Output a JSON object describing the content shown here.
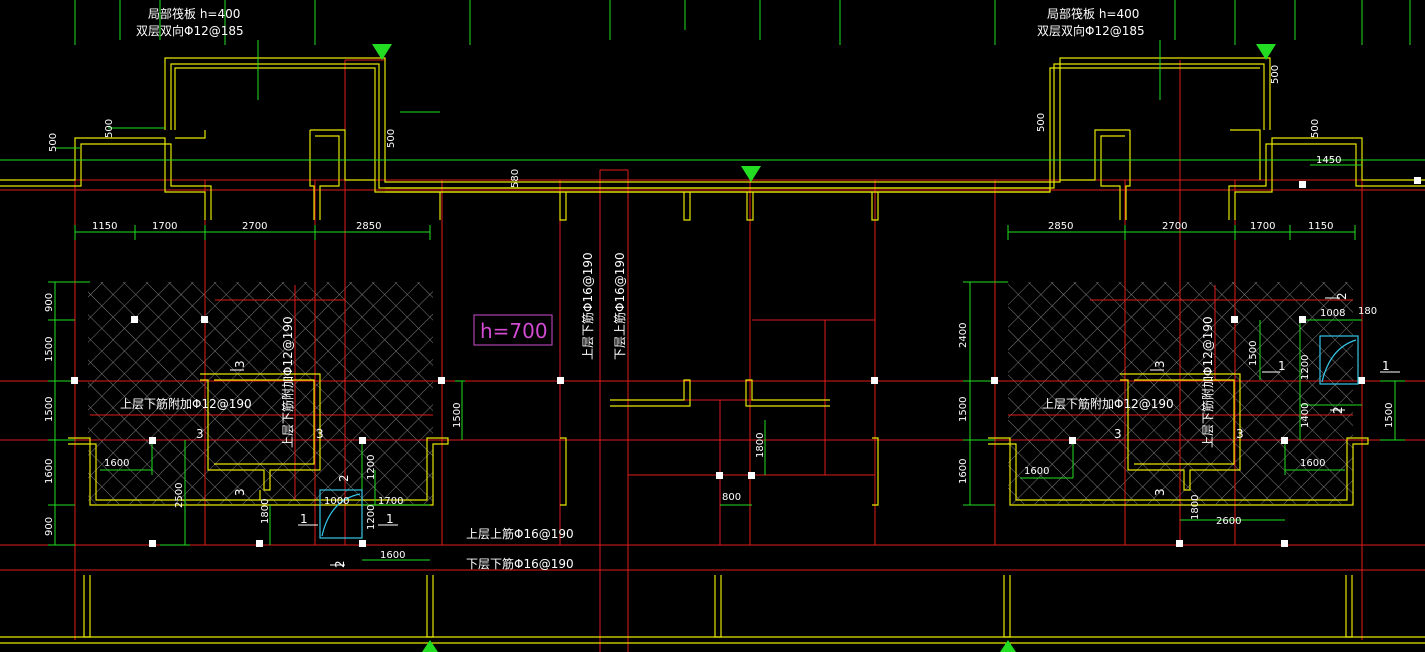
{
  "colors": {
    "background": "#000000",
    "grid_red": "#e11a1a",
    "wall_yellow": "#e6e600",
    "dim_green": "#22dd22",
    "text_white": "#ffffff",
    "hatch": "#8a8a8a",
    "label_magenta": "#d24bd2",
    "symbol_cyan": "#33c6e6"
  },
  "annotations": {
    "slab_left_l1": "局部筏板 h=400",
    "slab_left_l2": "双层双向Φ12@185",
    "slab_right_l1": "局部筏板 h=400",
    "slab_right_l2": "双层双向Φ12@185",
    "slab_thickness": "h=700",
    "left_bottom_add": "上层下筋附加Φ12@190",
    "left_bottom_add_vertical": "上层下筋附加Φ12@190",
    "right_bottom_add": "上层下筋附加Φ12@190",
    "right_bottom_add_vertical": "上层下筋附加Φ12@190",
    "center_vertical_1": "上层下筋Φ16@190",
    "center_vertical_2": "下层上筋Φ16@190",
    "upper_top_bars": "上层上筋Φ16@190",
    "lower_bottom_bars": "下层下筋Φ16@190"
  },
  "dimensions": {
    "top_left_500_a": "500",
    "top_left_500_b": "500",
    "top_left_500_c": "500",
    "top_center_580": "580",
    "top_right_500_a": "500",
    "top_right_500_b": "500",
    "top_right_500_c": "500",
    "top_right_1450": "1450",
    "left_row": [
      "1150",
      "1700",
      "2700",
      "2850"
    ],
    "right_row": [
      "2850",
      "2700",
      "1700",
      "1150"
    ],
    "left_vertical": [
      "900",
      "1500",
      "1500",
      "1600",
      "900"
    ],
    "left_1600": "1600",
    "left_2500": "2500",
    "left_1800": "1800",
    "left_1000": "1000",
    "left_1200_a": "1200",
    "left_1200_b": "1200",
    "left_1700": "1700",
    "left_1500_mid": "1500",
    "left_bottom_1600": "1600",
    "center_1800": "1800",
    "center_800": "800",
    "right_vertical": [
      "2400",
      "1500",
      "1600"
    ],
    "right_1008": "1008",
    "right_180": "180",
    "right_1500_a": "1500",
    "right_1200": "1200",
    "right_1400": "1400",
    "right_1500_edge": "1500",
    "right_1600_a": "1600",
    "right_1600_b": "1600",
    "right_1800": "1800",
    "right_2600": "2600"
  },
  "section_marks": {
    "s1": "1",
    "s2": "2",
    "s3": "3"
  }
}
